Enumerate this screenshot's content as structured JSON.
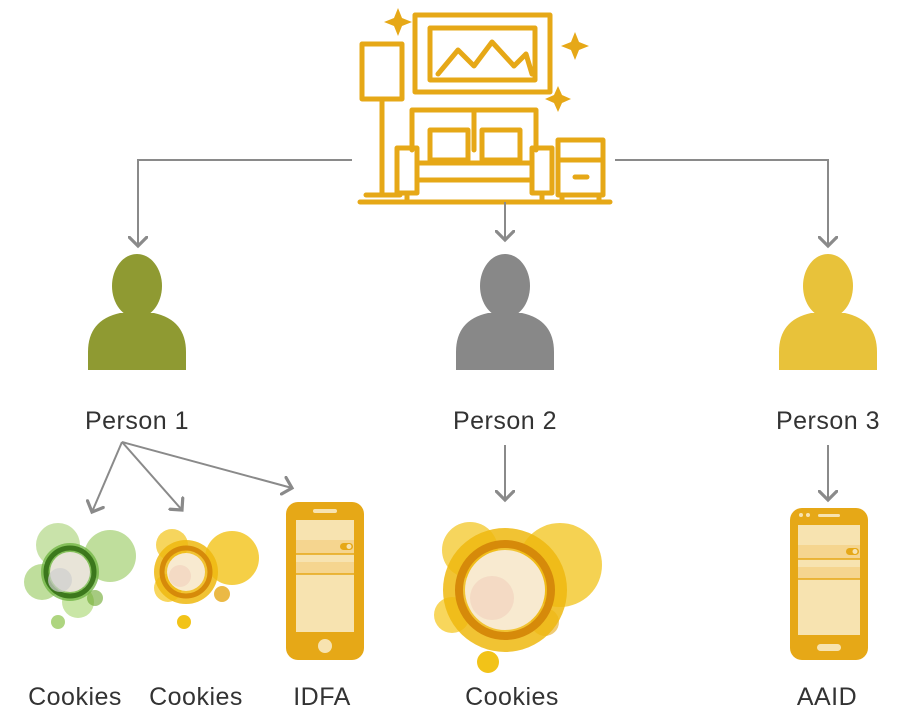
{
  "persons": [
    {
      "label": "Person 1",
      "color": "#8f9a32"
    },
    {
      "label": "Person 2",
      "color": "#888888"
    },
    {
      "label": "Person 3",
      "color": "#e8c23a"
    }
  ],
  "devices": [
    {
      "label": "Cookies",
      "icon": "cookies-green-icon"
    },
    {
      "label": "Cookies",
      "icon": "cookies-gold-small-icon"
    },
    {
      "label": "IDFA",
      "icon": "smartphone-ios-icon"
    },
    {
      "label": "Cookies",
      "icon": "cookies-gold-large-icon"
    },
    {
      "label": "AAID",
      "icon": "smartphone-android-icon"
    }
  ],
  "colors": {
    "gold": "#e6a817",
    "gray_arrow": "#8a8a8a",
    "green": "#8bc34a",
    "yellow_bubble": "#f2c318"
  },
  "icons": {
    "household": "living-room-icon"
  }
}
